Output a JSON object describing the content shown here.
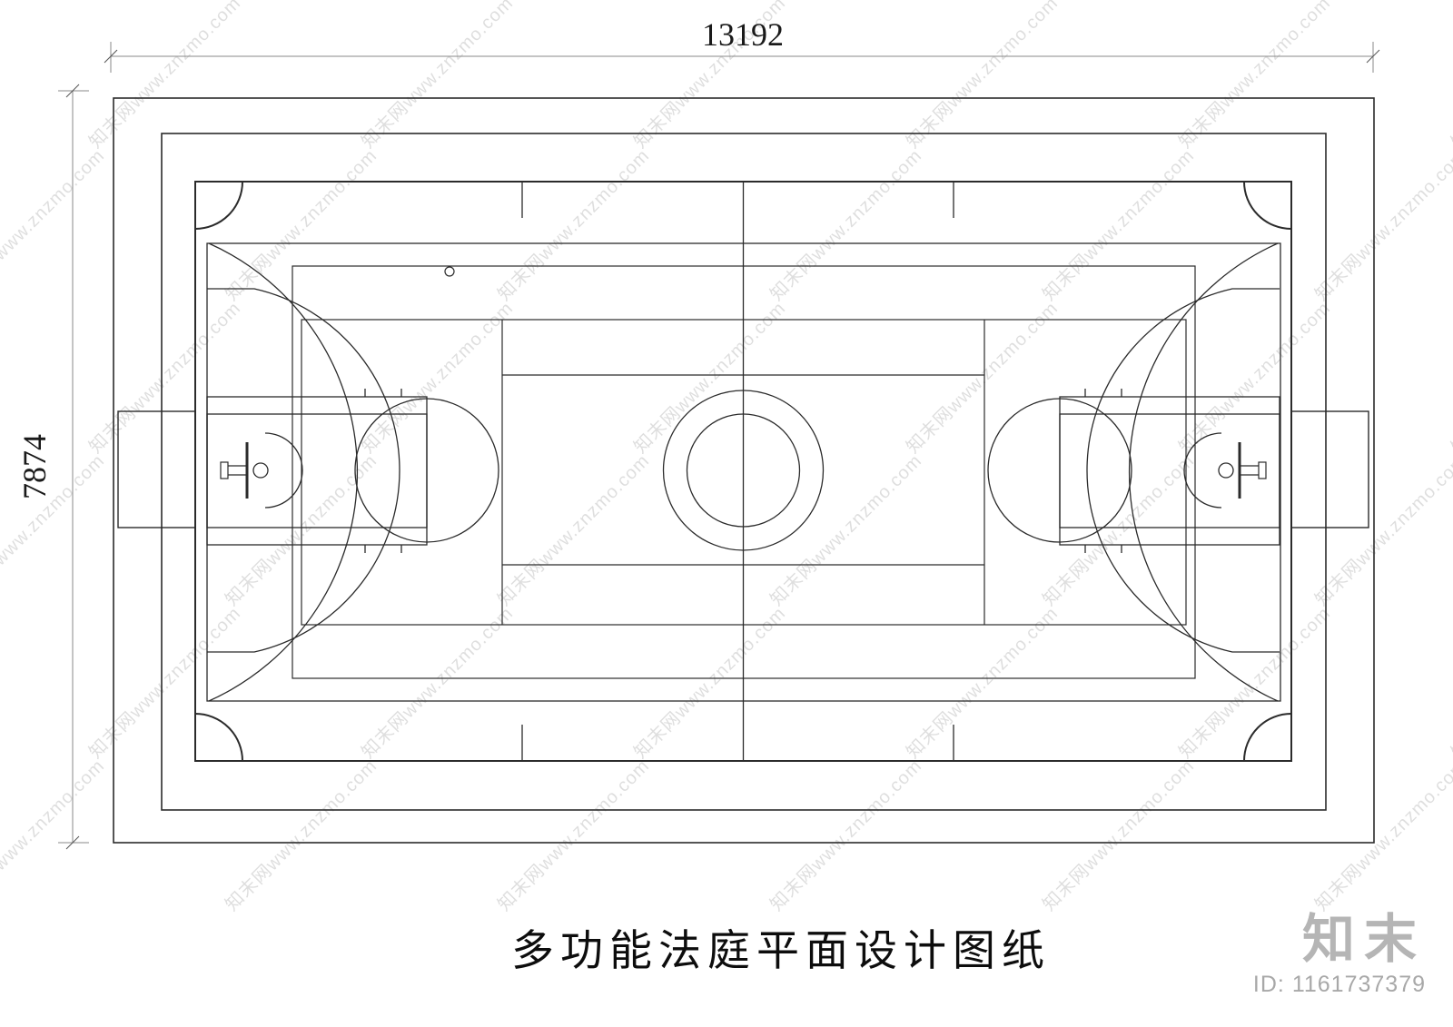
{
  "sheet": {
    "title": "多功能法庭平面设计图纸"
  },
  "dimensions": {
    "width": "13192",
    "height": "7874"
  },
  "watermark": {
    "text": "知末网www.znzmo.com"
  },
  "brand": {
    "logo": "知末",
    "id": "ID: 1161737379"
  }
}
